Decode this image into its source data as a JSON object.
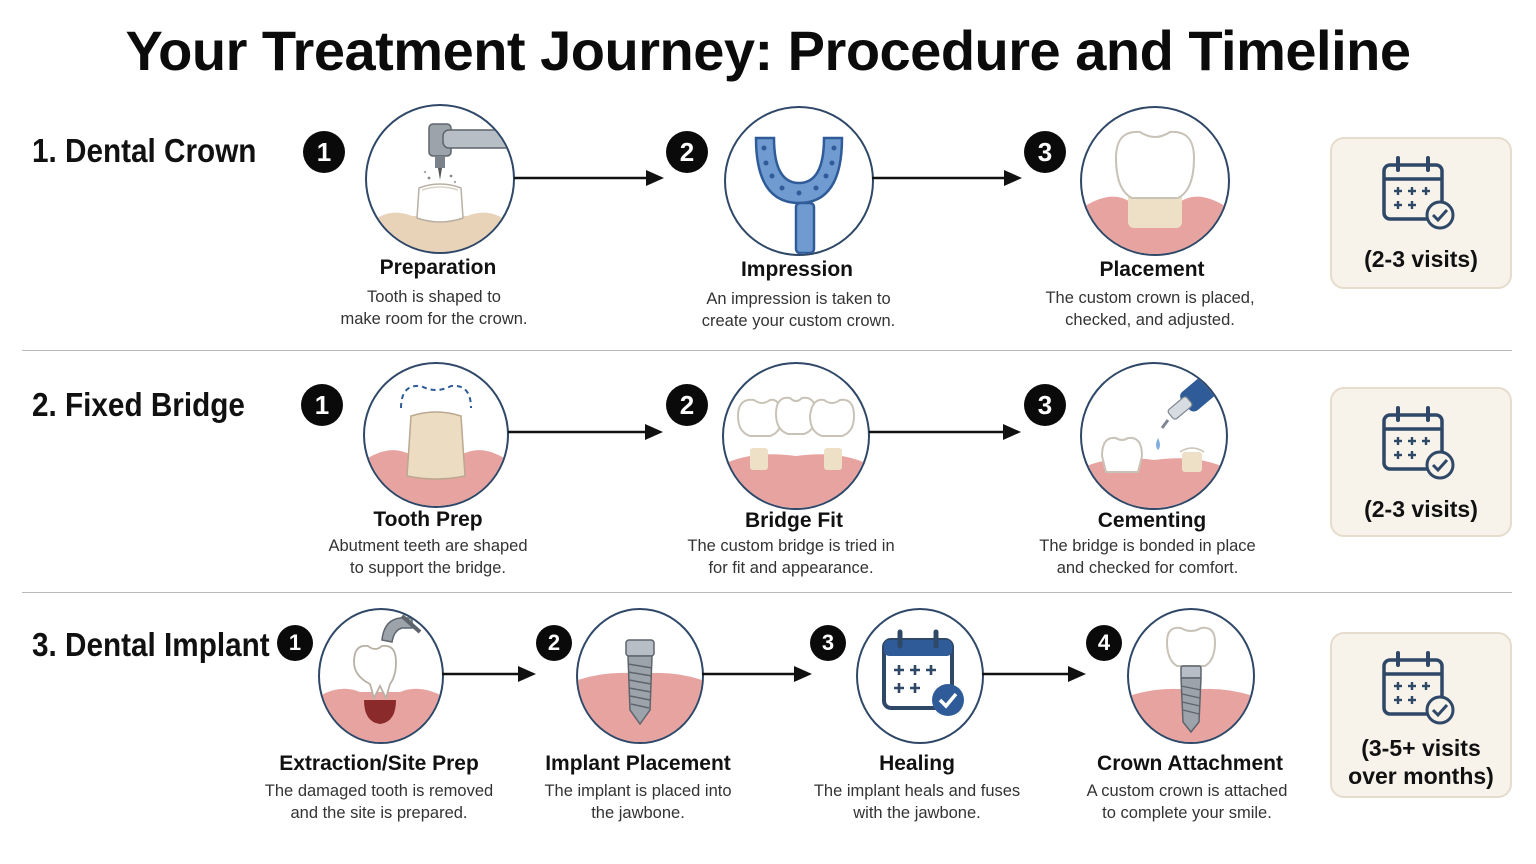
{
  "title": "Your Treatment Journey: Procedure and Timeline",
  "colors": {
    "navy": "#2f4868",
    "gum": "#e7a3a0",
    "tooth": "#f1e9dc",
    "card": "#f7f2ea"
  },
  "rows": [
    {
      "title": "1. Dental Crown",
      "visits": [
        "(2-3 visits)"
      ],
      "steps": [
        {
          "num": "1",
          "icon": "drill-preparation-icon",
          "title": "Preparation",
          "desc": [
            "Tooth is shaped to",
            "make room for the crown."
          ]
        },
        {
          "num": "2",
          "icon": "impression-tray-icon",
          "title": "Impression",
          "desc": [
            "An impression is taken to",
            "create your custom crown."
          ]
        },
        {
          "num": "3",
          "icon": "crown-tooth-icon",
          "title": "Placement",
          "desc": [
            "The custom crown is placed,",
            "checked, and adjusted."
          ]
        }
      ]
    },
    {
      "title": "2. Fixed Bridge",
      "visits": [
        "(2-3 visits)"
      ],
      "steps": [
        {
          "num": "1",
          "icon": "tooth-prep-icon",
          "title": "Tooth Prep",
          "desc": [
            "Abutment teeth are shaped",
            "to support the bridge."
          ]
        },
        {
          "num": "2",
          "icon": "bridge-icon",
          "title": "Bridge Fit",
          "desc": [
            "The custom bridge is tried in",
            "for fit and appearance."
          ]
        },
        {
          "num": "3",
          "icon": "cement-syringe-icon",
          "title": "Cementing",
          "desc": [
            "The bridge is bonded in place",
            "and checked for comfort."
          ]
        }
      ]
    },
    {
      "title": "3. Dental Implant",
      "visits": [
        "(3-5+ visits",
        "over months)"
      ],
      "steps": [
        {
          "num": "1",
          "icon": "extraction-icon",
          "title": "Extraction/Site Prep",
          "desc": [
            "The damaged tooth is removed",
            "and the site is prepared."
          ]
        },
        {
          "num": "2",
          "icon": "implant-post-icon",
          "title": "Implant Placement",
          "desc": [
            "The implant is placed into",
            "the jawbone."
          ]
        },
        {
          "num": "3",
          "icon": "calendar-check-icon",
          "title": "Healing",
          "desc": [
            "The implant heals and fuses",
            "with the jawbone."
          ]
        },
        {
          "num": "4",
          "icon": "implant-crown-icon",
          "title": "Crown Attachment",
          "desc": [
            "A custom crown is attached",
            "to complete your smile."
          ]
        }
      ]
    }
  ]
}
